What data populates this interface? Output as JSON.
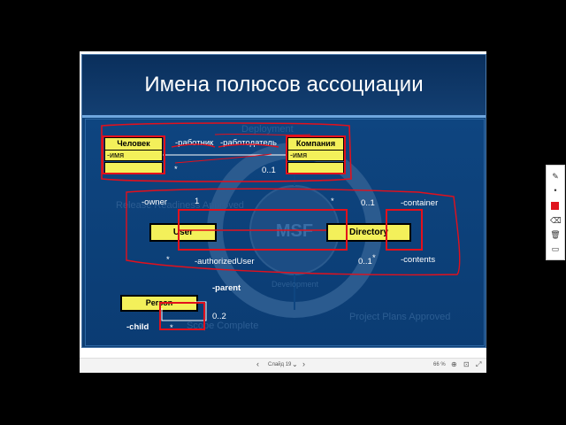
{
  "slide": {
    "title": "Имена полюсов ассоциации",
    "watermark": {
      "center": "MSF",
      "labels": [
        "Deployment",
        "Release Readiness Approved",
        "Project Plans Approved",
        "Development",
        "Scope Complete"
      ]
    }
  },
  "diagram1": {
    "class_left": {
      "name": "Человек",
      "attr": "-имя"
    },
    "class_right": {
      "name": "Компания",
      "attr": "-имя"
    },
    "role_left": "-работник",
    "role_right": "-работодатель",
    "mult_left": "*",
    "mult_right": "0..1"
  },
  "diagram2": {
    "class_left": "User",
    "class_right": "Directory",
    "top_role_left": "-owner",
    "top_mult_left": "1",
    "top_mult_right": "*",
    "top_mult_right2": "0..1",
    "top_role_right": "-container",
    "bottom_mult_left": "*",
    "bottom_role": "-authorizedUser",
    "bottom_mult_right": "0..1",
    "bottom_mult_right_star": "*",
    "bottom_role_right": "-contents"
  },
  "diagram3": {
    "class": "Person",
    "role_parent": "-parent",
    "role_child": "-child",
    "mult_top": "0..2",
    "mult_bottom": "*"
  },
  "toolbar": {
    "slide_label": "Слайд 19",
    "prev": "‹",
    "next": "›",
    "chev": "⌄",
    "zoom": "66 %"
  },
  "colors": {
    "annotation": "#e3101c",
    "class_fill": "#f3f05a",
    "slide_bg": "#0d3d72"
  }
}
